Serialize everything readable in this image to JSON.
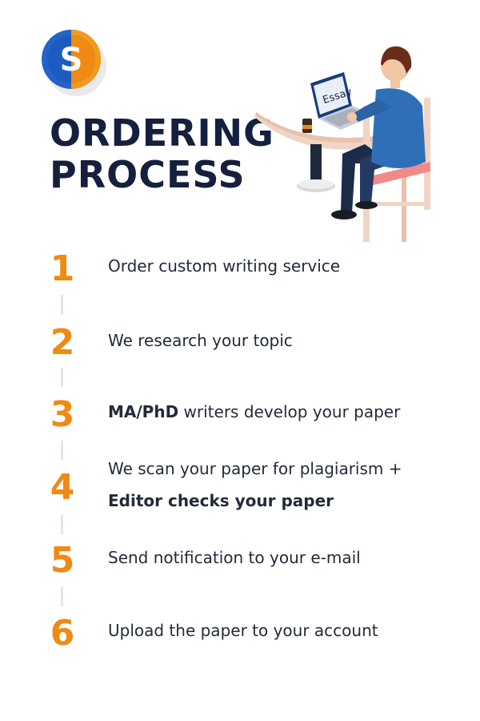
{
  "logo": {
    "letter": "S"
  },
  "title": {
    "line1": "ORDERING",
    "line2": "PROCESS"
  },
  "illustration": {
    "screen_text": "Essay"
  },
  "steps": [
    {
      "number": "1",
      "text": "Order custom writing service"
    },
    {
      "number": "2",
      "text": "We research your topic"
    },
    {
      "number": "3",
      "bold": "MA/PhD",
      "text": " writers develop your paper"
    },
    {
      "number": "4",
      "text": "We scan your paper for plagiarism +",
      "bold_line": "Editor checks your paper"
    },
    {
      "number": "5",
      "text": "Send notification to your e-mail"
    },
    {
      "number": "6",
      "text": "Upload the paper to your account"
    }
  ],
  "colors": {
    "accent_orange": "#f08a12",
    "title_navy": "#15203f",
    "logo_blue": "#2563c9"
  }
}
